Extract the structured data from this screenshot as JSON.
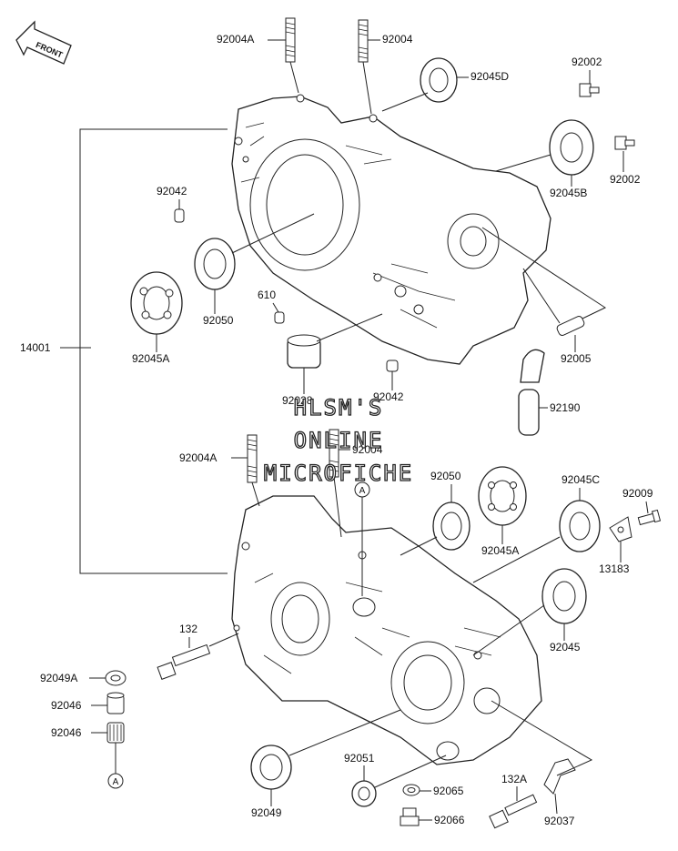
{
  "front_arrow": {
    "label": "FRONT"
  },
  "watermark": {
    "lines": [
      "HLSM'S",
      "ONLINE",
      "MICROFICHE"
    ]
  },
  "callout_a": {
    "label": "A"
  },
  "upper_labels": {
    "stud_a": "92004A",
    "stud": "92004",
    "bearing_d": "92045D",
    "bolt_top": "92002",
    "bolt_right": "92002",
    "bearing_b": "92045B",
    "pin": "92042",
    "seal": "92050",
    "dowel": "610",
    "assembly": "14001",
    "bearing_a": "92045A",
    "fitting": "92005",
    "bushing": "92028",
    "pin_lower": "92042",
    "hose": "92190"
  },
  "lower_labels": {
    "stud_a": "92004A",
    "stud": "92004",
    "seal": "92050",
    "bearing_a": "92045A",
    "bearing_c": "92045C",
    "screw": "92009",
    "plate": "13183",
    "bearing": "92045",
    "bolt": "132",
    "washer": "92049A",
    "needle_1": "92046",
    "needle_2": "92046",
    "seal_lower": "92049",
    "seal_small": "92051",
    "washer_small": "92065",
    "plug": "92066",
    "bolt_a": "132A",
    "bracket": "92037"
  }
}
